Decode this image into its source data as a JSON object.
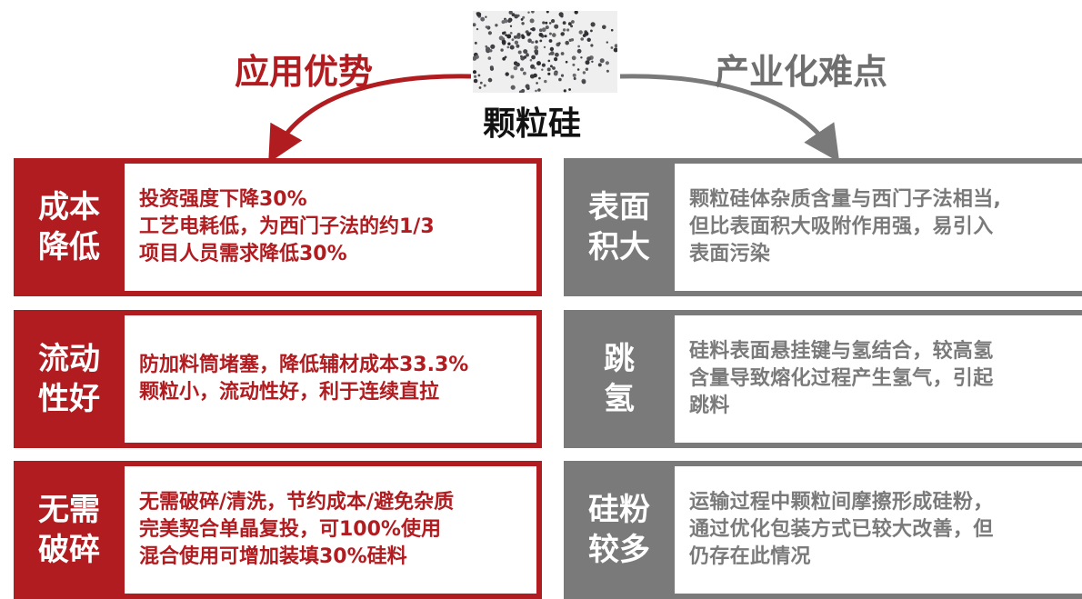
{
  "center": {
    "label": "颗粒硅"
  },
  "headings": {
    "left": "应用优势",
    "right": "产业化难点"
  },
  "colors": {
    "advantage": "#b01c20",
    "difficulty": "#7a7a7a"
  },
  "advantages": [
    {
      "label_line1": "成本",
      "label_line2": "降低",
      "lines": [
        "投资强度下降30%",
        "工艺电耗低，为西门子法的约1/3",
        "项目人员需求降低30%"
      ]
    },
    {
      "label_line1": "流动",
      "label_line2": "性好",
      "lines": [
        "防加料筒堵塞，降低辅材成本33.3%",
        "颗粒小，流动性好，利于连续直拉"
      ]
    },
    {
      "label_line1": "无需",
      "label_line2": "破碎",
      "lines": [
        "无需破碎/清洗，节约成本/避免杂质",
        "完美契合单晶复投，可100%使用",
        "混合使用可增加装填30%硅料"
      ]
    }
  ],
  "difficulties": [
    {
      "label_line1": "表面",
      "label_line2": "积大",
      "lines": [
        "颗粒硅体杂质含量与西门子法相当,",
        "但比表面积大吸附作用强，易引入",
        "表面污染"
      ]
    },
    {
      "label_line1": "跳",
      "label_line2": "氢",
      "lines": [
        "硅料表面悬挂键与氢结合，较高氢",
        "含量导致熔化过程产生氢气，引起",
        "跳料"
      ]
    },
    {
      "label_line1": "硅粉",
      "label_line2": "较多",
      "lines": [
        "运输过程中颗粒间摩擦形成硅粉，",
        "通过优化包装方式已较大改善，但",
        "仍存在此情况"
      ]
    }
  ]
}
